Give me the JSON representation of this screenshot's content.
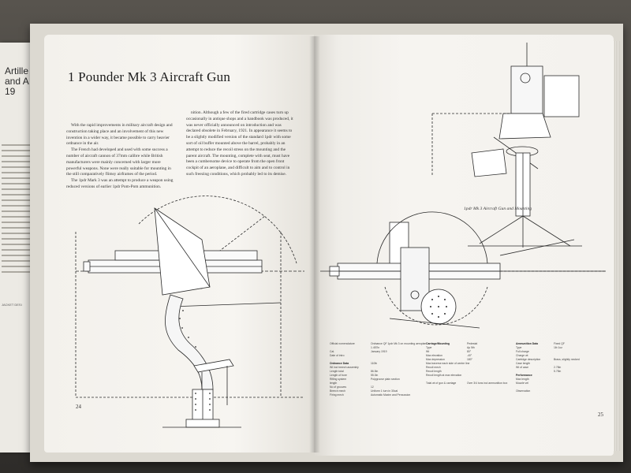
{
  "left_page": {
    "title": "1 Pounder Mk 3 Aircraft Gun",
    "page_number": "24",
    "column_1": [
      "With the rapid improvements in military aircraft design and construction taking place and an involvement of this new invention in a wider way, it became possible to carry heavier ordnance in the air.",
      "The French had developed and used with some success a number of aircraft cannon of 37mm calibre while British manufacturers were mainly concerned with larger more powerful weapons. None were really suitable for mounting in the still comparatively flimsy airframes of the period.",
      "The 1pdr Mark 3 was an attempt to produce a weapon using reduced versions of earlier 1pdr Pom-Pom ammunition."
    ],
    "column_2": [
      "nition. Although a few of the fired cartridge cases turn up occasionally in antique shops and a handbook was produced, it was never officially announced on introduction and was declared obsolete in February, 1921. In appearance it seems to be a slightly modified version of the standard 1pdr with some sort of oil buffer mounted above the barrel, probably in an attempt to reduce the recoil stress on the mounting and the parent aircraft. The mounting, complete with seat, must have been a cumbersome device to operate from the open front cockpit of an aeroplane, and difficult to aim and to control in such freezing conditions, which probably led to its demise."
    ]
  },
  "right_page": {
    "page_number": "25",
    "caption": "1pdr Mk 3 Aircraft Gun and Mounting",
    "spec_columns": [
      [
        "Official nomenclature",
        "",
        "Cal.",
        "Date of intro",
        "",
        "Ordnance Data",
        "Wt incl breech assembly",
        "Length total",
        "Length of bore",
        "Rifling system",
        "length",
        "No of grooves",
        "Breech mech",
        "Firing mech"
      ],
      [
        "Ordnance QF 1pdr Mk 3 on mounting aeroplane QF 1pdr AA 1",
        "1.457in",
        "January 1919",
        "",
        "",
        "110lb",
        "",
        "86.5in",
        "55.0in",
        "Polygroove plain section",
        "",
        "12",
        "Uniform 1 turn in 30cal",
        "Automatic Maxim and Percussion"
      ],
      [
        "Carriage/Mounting",
        "Type",
        "Wt",
        "Max elevation",
        "Max depression",
        "Max traverse each side of centre line",
        "Recoil mech",
        "Recoil length",
        "Recoil length at max elevation",
        "",
        "Total wt of gun & carriage"
      ],
      [
        "Pedestal",
        "Ap 5th",
        "80°",
        "-40°",
        "180°",
        "",
        "",
        "",
        "",
        "",
        "Over 3/4 tons incl ammunition box"
      ],
      [
        "Ammunition Data",
        "Type",
        "Full charge",
        "Charge wt",
        "Cartridge description",
        "Case length",
        "Wt of case",
        "",
        "Performance",
        "Max length",
        "Muzzle vel",
        "",
        "Observation"
      ],
      [
        "Fixed QF",
        "1lb 1oz",
        "",
        "",
        "Brass, slightly necked",
        "",
        "2.78in",
        "5.75in"
      ]
    ]
  },
  "jacket": {
    "title_lines": [
      "Artille",
      "and A",
      "19"
    ],
    "caption": "JACKET DESI"
  },
  "colors": {
    "page": "#f6f4f0",
    "ink": "#1e1e1e",
    "table": "#3f3d39"
  }
}
